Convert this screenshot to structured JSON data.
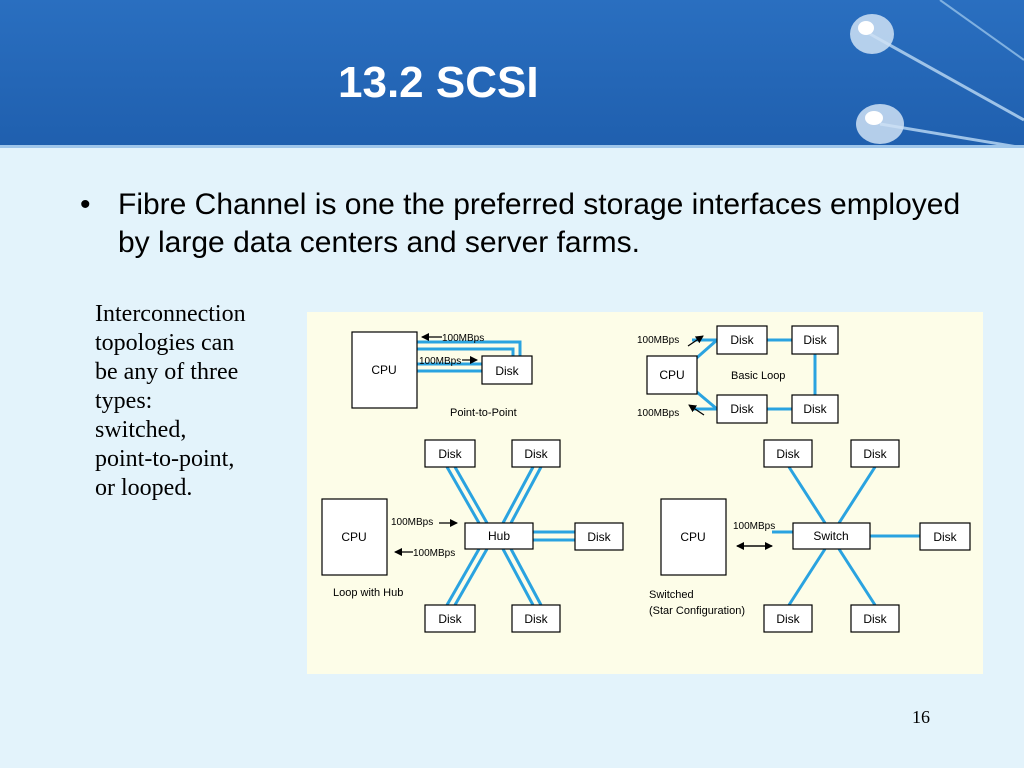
{
  "slide": {
    "title": "13.2 SCSI",
    "bullet": "Fibre Channel is one the preferred storage interfaces employed by large data centers and server farms.",
    "side_text": [
      "Interconnection",
      "topologies can",
      "be any of three",
      "types:",
      "switched,",
      "point-to-point,",
      "or looped."
    ],
    "page_number": "16"
  },
  "diagram": {
    "link_color": "#2aa3e0",
    "point_to_point": {
      "cpu": "CPU",
      "disk": "Disk",
      "rate_top": "100MBps",
      "rate_bottom": "100MBps",
      "caption": "Point-to-Point"
    },
    "basic_loop": {
      "cpu": "CPU",
      "disks": [
        "Disk",
        "Disk",
        "Disk",
        "Disk"
      ],
      "rate_top": "100MBps",
      "rate_bottom": "100MBps",
      "caption": "Basic Loop"
    },
    "loop_with_hub": {
      "cpu": "CPU",
      "hub": "Hub",
      "disks": [
        "Disk",
        "Disk",
        "Disk",
        "Disk",
        "Disk"
      ],
      "rate_in": "100MBps",
      "rate_out": "100MBps",
      "caption": "Loop with Hub"
    },
    "switched": {
      "cpu": "CPU",
      "switch": "Switch",
      "disks": [
        "Disk",
        "Disk",
        "Disk",
        "Disk",
        "Disk"
      ],
      "rate": "100MBps",
      "caption_line1": "Switched",
      "caption_line2": "(Star Configuration)"
    }
  }
}
